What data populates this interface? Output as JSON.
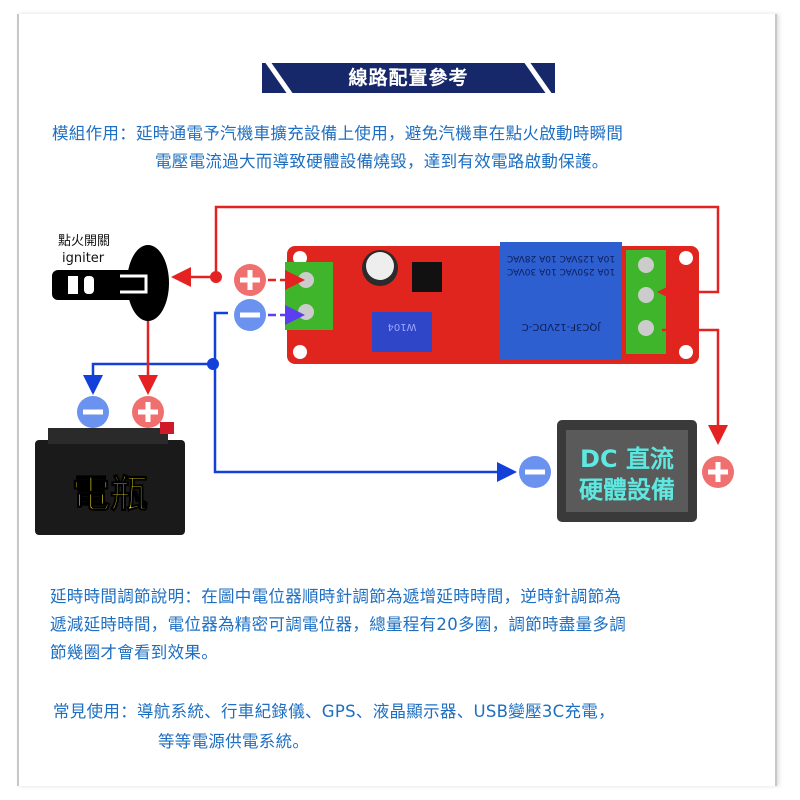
{
  "title": "線路配置參考",
  "module_function": {
    "line1": "模組作用：延時通電予汽機車擴充設備上使用，避免汽機車在點火啟動時瞬間",
    "line2": "電壓電流過大而導致硬體設備燒毀，達到有效電路啟動保護。"
  },
  "diagram": {
    "ignition_label_zh": "點火開關",
    "ignition_label_en": "igniter",
    "battery_label": "電瓶",
    "device_line1": "DC 直流",
    "device_line2": "硬體設備",
    "relay_text": [
      "10A 250VAC 10A 30VAC",
      "10A 125VAC 10A 28VAC",
      "JQC3F-12VDC-C"
    ],
    "pot_text": "W104",
    "colors": {
      "positive": "#e52222",
      "negative": "#1340d8",
      "banner": "#16286a",
      "text": "#1e6fc2"
    }
  },
  "delay_adjust": {
    "line1": "延時時間調節說明：在圖中電位器順時針調節為遞增延時時間，逆時針調節為",
    "line2": "遞減延時時間，電位器為精密可調電位器，總量程有20多圈，調節時盡量多調",
    "line3": "節幾圈才會看到效果。"
  },
  "common_use": {
    "line1": "常見使用：導航系統、行車紀錄儀、GPS、液晶顯示器、USB變壓3C充電，",
    "line2": "等等電源供電系統。"
  }
}
